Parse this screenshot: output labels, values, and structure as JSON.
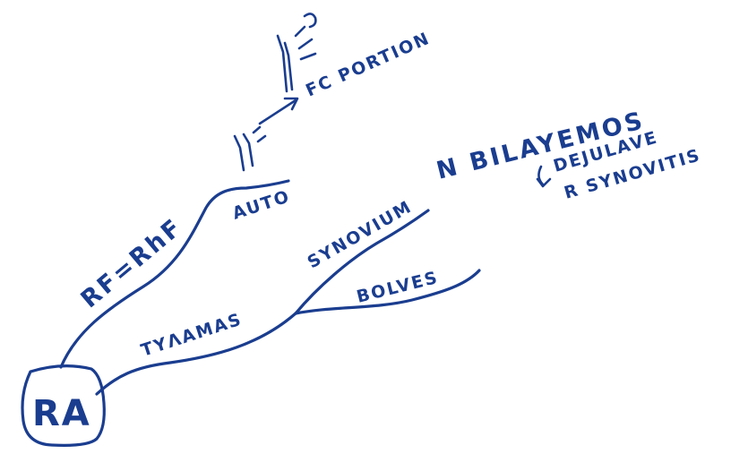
{
  "diagram": {
    "ink_color": "#1a3d8f",
    "root": {
      "label": "RA"
    },
    "branch_upper": {
      "label": "RF=RhF",
      "sublabel": "AUTO",
      "antibody_label": "FC PORTION"
    },
    "branch_lower": {
      "label": "TYΛAMAS",
      "sub_upper": {
        "label": "SYNOVIUM",
        "note": "N BILAYEMOS",
        "detail_line1": "DEJULAVE",
        "detail_line2": "R SYNOVITIS"
      },
      "sub_lower": {
        "label": "BOLVES"
      }
    }
  }
}
